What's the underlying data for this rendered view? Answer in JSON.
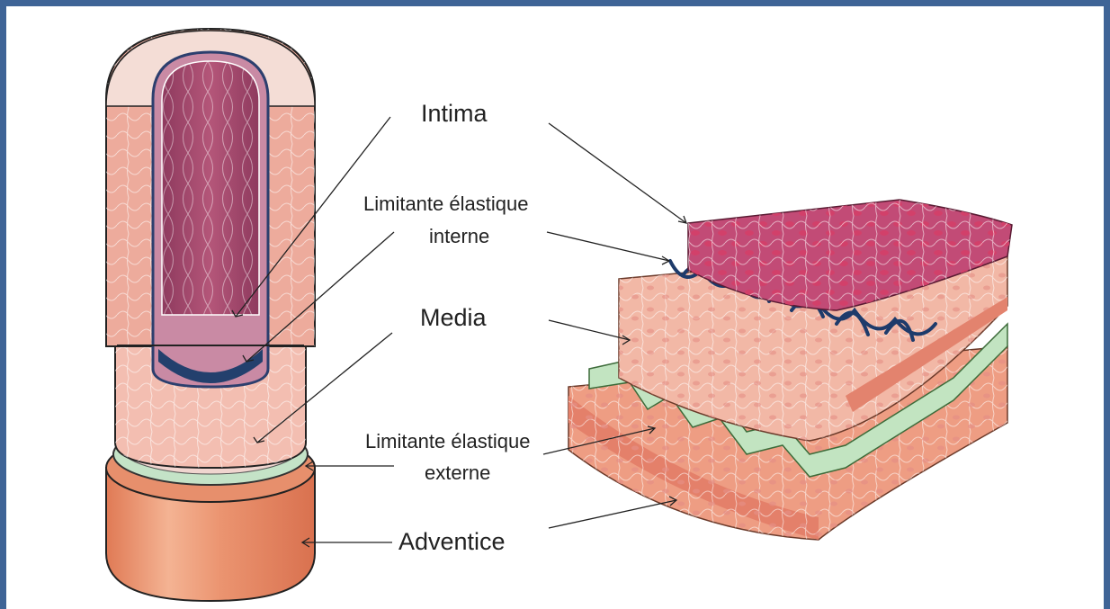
{
  "labels": {
    "intima": "Intima",
    "lei_line1": "Limitante élastique",
    "lei_line2": "interne",
    "media": "Media",
    "lee_line1": "Limitante élastique",
    "lee_line2": "externe",
    "adventice": "Adventice"
  },
  "colors": {
    "frame": "#3f6496",
    "intima": "#b8466e",
    "internal_elastic": "#233c6a",
    "media": "#f1b7aa",
    "external_elastic": "#bfe1c3",
    "adventice": "#e68a66"
  }
}
